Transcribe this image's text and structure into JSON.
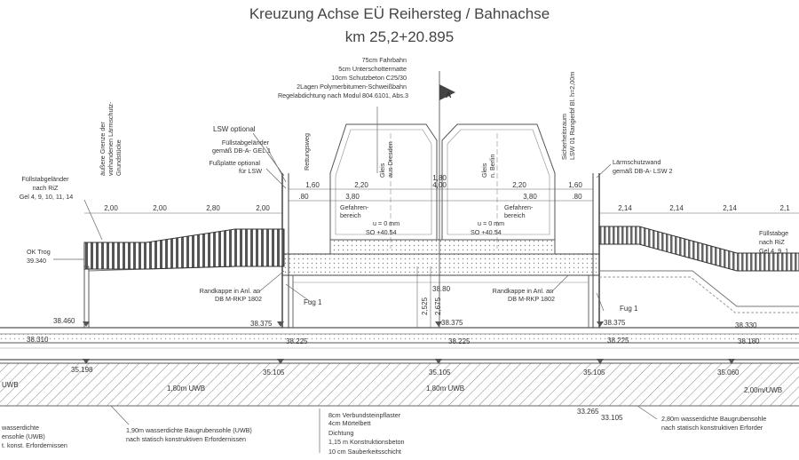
{
  "title": "Kreuzung Achse EÜ Reihersteg / Bahnachse",
  "subtitle": "km 25,2+20.895",
  "layer_stack": [
    "75cm Fahrbahn",
    "5cm Unterschottermatte",
    "10cm Schutzbeton C25/30",
    "2Lagen Polymerbitumen-Schweißbahn",
    "Regelabdichtung nach Modul 804.6101, Abs.3"
  ],
  "boundary_label": [
    "äußere Grenze der",
    "vorhandenen Lärmschutz-",
    "Grundstücke"
  ],
  "left_notes": {
    "lsw": [
      "LSW optional"
    ],
    "gelaender": [
      "Füllstabgeländer",
      "gemäß DB-A- GEL 1"
    ],
    "fussplatte": [
      "Fußplatte optional",
      "für LSW"
    ],
    "fuellstab": [
      "Füllstabgeländer",
      "nach RiZ",
      "Gel 4, 9, 10, 11, 14"
    ],
    "ok_trog": [
      "OK Trog",
      "39.340"
    ]
  },
  "vertical_labels": {
    "rettungsweg": "Rettungsweg",
    "gleis_dresden": [
      "Gleis",
      "aus Dresden"
    ],
    "gleis_berlin": [
      "Gleis",
      "n. Berlin"
    ],
    "sicherheitsraum": [
      "Sicherheitsraum",
      "LSW 01 Rangierbf Bl. h=2,00m"
    ],
    "height1": "2,525",
    "height2": "2,675"
  },
  "right_notes": {
    "laermschutz": [
      "Lärmschutzwand",
      "gemäß DB-A- LSW 2"
    ],
    "fuellstab": [
      "Füllstabge",
      "nach RiZ",
      "Gel 4, 9, 1"
    ]
  },
  "section_marker": "A",
  "dims_top": {
    "left": [
      "2,00",
      "2,00",
      "2,80",
      "2,00"
    ],
    "mid": [
      "1,60",
      "2,20",
      "1,80",
      "2,20",
      "1,60"
    ],
    "mid_total": "4,00",
    "mid2": [
      ".80",
      "3,80",
      "3,80",
      ".80"
    ],
    "right": [
      "2,14",
      "2,14",
      "2,14",
      "2,1"
    ]
  },
  "hazard": {
    "left": [
      "Gefahren-",
      "bereich"
    ],
    "right": [
      "Gefahren-",
      "bereich"
    ],
    "left_u": "u = 0 mm",
    "left_so": "SO +40.54",
    "right_u": "u = 0 mm",
    "right_so": "SO +40.54"
  },
  "randkappe_left": [
    "Randkappe in Anl. an",
    "DB M-RKP 1802"
  ],
  "randkappe_right": [
    "Randkappe in Anl. an",
    "DB M-RKP 1802"
  ],
  "fug_left": "Fug 1",
  "fug_right": "Fug 1",
  "slab_value": "38.80",
  "elevations": {
    "e38460": "38.460",
    "e38375a": "38.375",
    "e38375b": "38.375",
    "e38375c": "38.375",
    "e38330": "38.330",
    "e38310": "38.310",
    "e38225a": "38.225",
    "e38225b": "38.225",
    "e38225c": "38.225",
    "e38180": "38.180",
    "e35198": "35.198",
    "e35105a": "35.105",
    "e35105b": "35.105",
    "e35105c": "35.105",
    "e35060": "35.060",
    "e33265": "33.265",
    "e33105": "33.105"
  },
  "uwb": {
    "left": "UWB",
    "mid1": "1,80m UWB",
    "mid2": "1,80m UWB",
    "right": "2,00m/UWB"
  },
  "bottom_notes": {
    "left": [
      "wasserdichte",
      "ensohle (UWB)",
      "t. konst. Erfordernissen"
    ],
    "mid": [
      "1,90m wasserdichte Baugrubensohle (UWB)",
      "nach statisch konstruktiven Erfordernissen"
    ],
    "stack": [
      "8cm Verbundsteinpflaster",
      "4cm Mörtelbett",
      "Dichtung",
      "1,15 m Konstruktionsbeton",
      "10 cm Sauberkeitsschicht"
    ],
    "right": [
      "2,80m wasserdichte Baugrubensohle",
      "nach statisch konstruktiven Erforder"
    ]
  }
}
